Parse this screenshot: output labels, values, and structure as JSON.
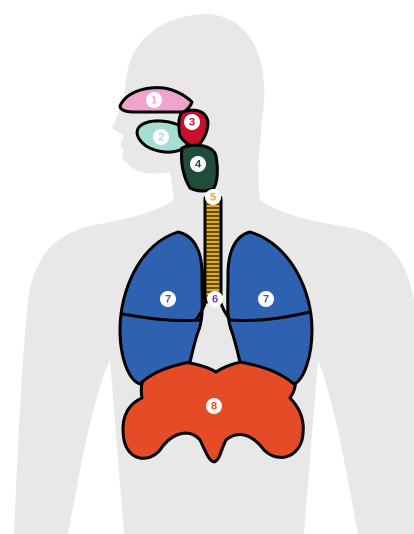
{
  "colors": {
    "silhouette": "#e8e8e8",
    "outline": "#000000",
    "nasal_cavity": "#f0a3cc",
    "oral_cavity": "#a6ddd4",
    "pharynx": "#c8102e",
    "larynx": "#1f4d3a",
    "trachea": "#e0a82e",
    "trachea_rings": "#4a3500",
    "lungs": "#2e62b0",
    "diaphragm": "#e44b26",
    "badge_fill": "#ffffff"
  },
  "labels": {
    "nasal_cavity": "1",
    "oral_cavity": "2",
    "pharynx": "3",
    "larynx": "4",
    "trachea": "5",
    "bronchi": "6",
    "lung_left": "7",
    "lung_right": "7",
    "diaphragm": "8"
  }
}
